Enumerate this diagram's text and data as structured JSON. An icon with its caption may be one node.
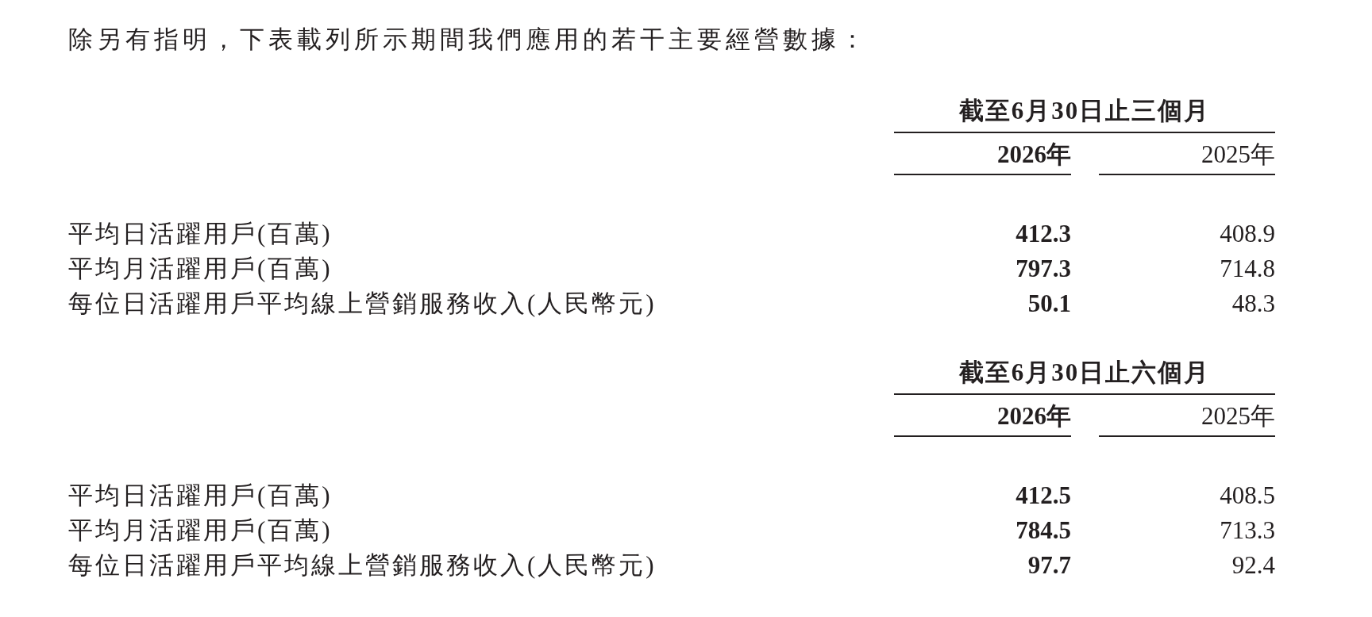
{
  "diagram": {
    "labels": [
      "除另有指明，下表載列所示期間我們應用的若干主要經營數據：",
      "截至6月30日止三個月",
      "2026年",
      "2025年",
      "平均日活躍用戶(百萬)",
      "412.3",
      "408.9",
      "平均月活躍用戶(百萬)",
      "797.3",
      "714.8",
      "每位日活躍用戶平均線上營銷服務收入(人民幣元)",
      "50.1",
      "48.3",
      "截至6月30日止六個月",
      "2026年",
      "2025年",
      "平均日活躍用戶(百萬)",
      "412.5",
      "408.5",
      "平均月活躍用戶(百萬)",
      "784.5",
      "713.3",
      "每位日活躍用戶平均線上營銷服務收入(人民幣元)",
      "97.7",
      "92.4"
    ]
  }
}
